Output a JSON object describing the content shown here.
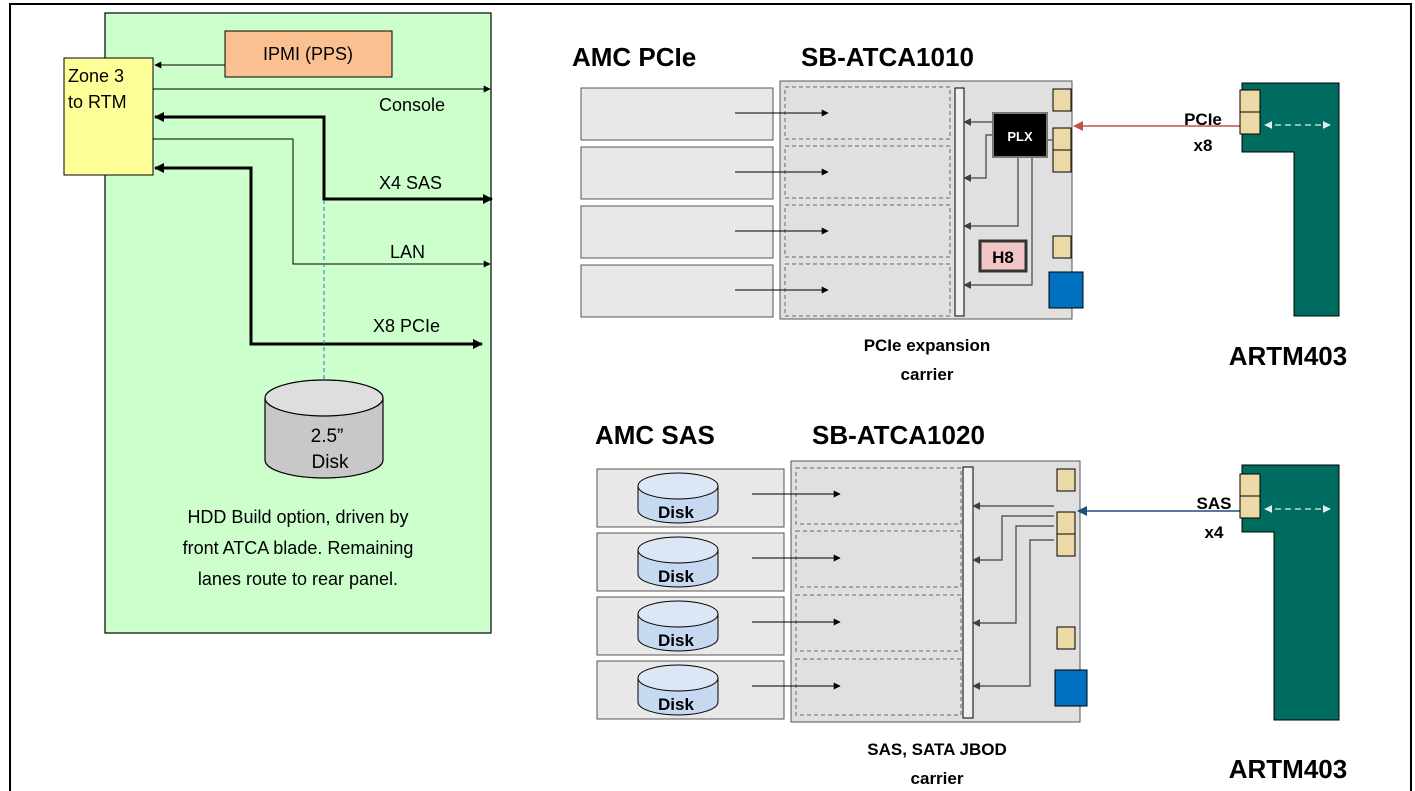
{
  "left_panel": {
    "zone3_line1": "Zone 3",
    "zone3_line2": "to RTM",
    "ipmi": "IPMI (PPS)",
    "signals": [
      "Console",
      "X4 SAS",
      "LAN",
      "X8 PCIe"
    ],
    "disk_line1": "2.5”",
    "disk_line2": "Disk",
    "caption_lines": [
      "HDD Build option,  driven by",
      "front ATCA blade.  Remaining",
      "lanes route to rear panel."
    ]
  },
  "top_section": {
    "amc_title": "AMC PCIe",
    "carrier_title": "SB-ATCA1010",
    "plx": "PLX",
    "h8": "H8",
    "caption_lines": [
      "PCIe expansion",
      "carrier"
    ],
    "link_line1": "PCIe",
    "link_line2": "x8",
    "rtm_title": "ARTM403"
  },
  "bottom_section": {
    "amc_title": "AMC SAS",
    "carrier_title": "SB-ATCA1020",
    "disk_labels": [
      "Disk",
      "Disk",
      "Disk",
      "Disk"
    ],
    "caption_lines": [
      "SAS, SATA JBOD",
      "carrier"
    ],
    "link_line1": "SAS",
    "link_line2": "x4",
    "rtm_title": "ARTM403"
  },
  "colors": {
    "panel_green": "#ccffcc",
    "zone_yellow": "#ffff99",
    "ipmi_orange": "#fac090",
    "rtm_teal": "#006b5f",
    "connector_tan": "#ebd9a6",
    "disk_blue": "#c6d9f1",
    "pcie_link": "#c0504d",
    "sas_link": "#1f4e79",
    "h8_pink": "#f2c6c6",
    "blue_block": "#0070c0"
  }
}
